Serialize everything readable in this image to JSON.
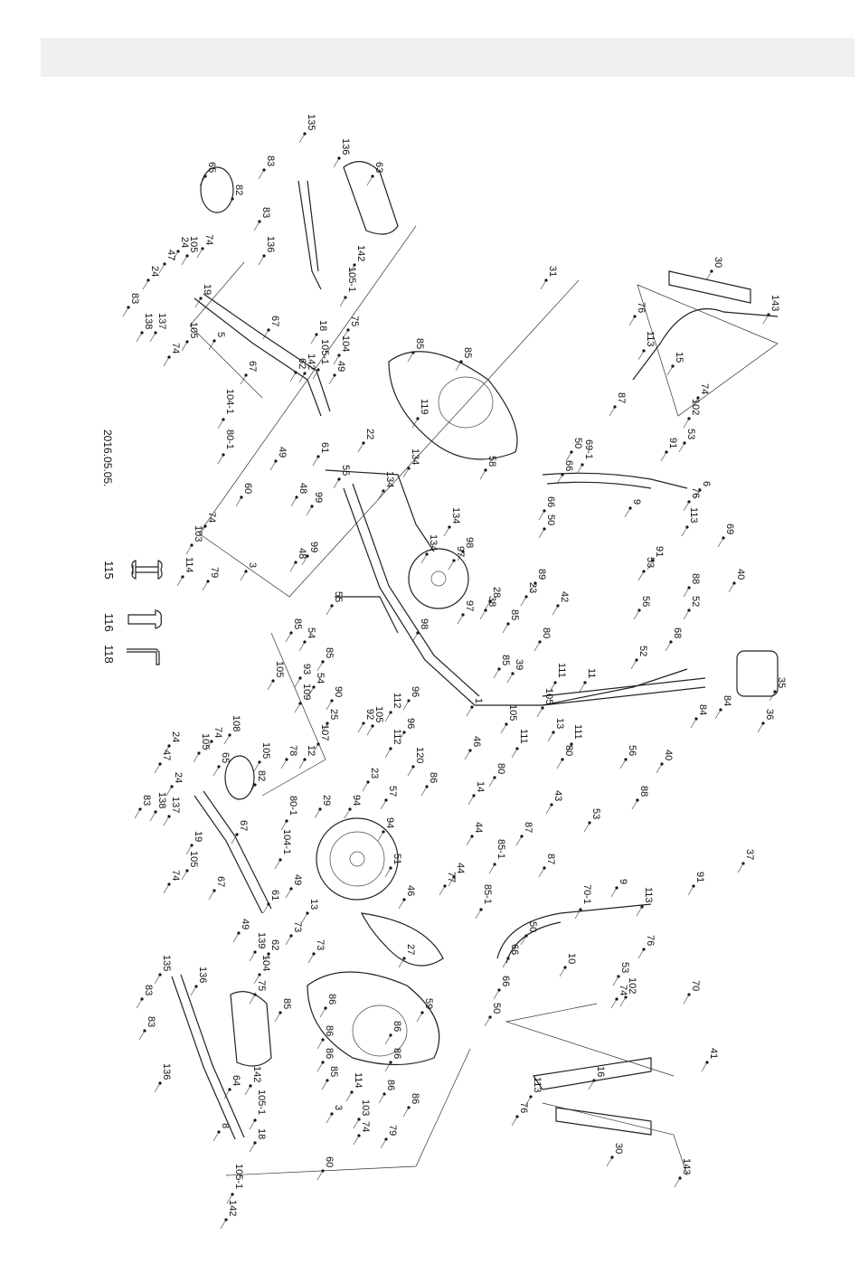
{
  "diagram": {
    "date": "2016.05.05.",
    "tools": [
      {
        "label": "115",
        "icon": "double-open-wrench-icon"
      },
      {
        "label": "116",
        "icon": "open-wrench-icon"
      },
      {
        "label": "118",
        "icon": "allen-key-icon"
      }
    ],
    "part_labels": [
      "135",
      "136",
      "83",
      "63",
      "65",
      "82",
      "83",
      "136",
      "142",
      "74",
      "105",
      "24",
      "47",
      "24",
      "19",
      "83",
      "105-1",
      "138",
      "137",
      "74",
      "105",
      "5",
      "67",
      "18",
      "75",
      "104",
      "105-1",
      "142",
      "62",
      "49",
      "67",
      "104-1",
      "80-1",
      "61",
      "49",
      "85",
      "85",
      "119",
      "58",
      "22",
      "134",
      "134",
      "55",
      "99",
      "48",
      "31",
      "30",
      "143",
      "76",
      "113",
      "15",
      "74",
      "102",
      "53",
      "87",
      "50",
      "69-1",
      "66",
      "9",
      "91",
      "66",
      "50",
      "76",
      "6",
      "113",
      "69",
      "91",
      "53",
      "40",
      "88",
      "60",
      "74",
      "103",
      "114",
      "79",
      "3",
      "99",
      "48",
      "134",
      "98",
      "97",
      "134",
      "89",
      "23",
      "28",
      "85",
      "38",
      "97",
      "98",
      "55",
      "54",
      "85",
      "54",
      "85",
      "42",
      "56",
      "52",
      "68",
      "52",
      "80",
      "11",
      "111",
      "105",
      "85",
      "39",
      "35",
      "36",
      "84",
      "84",
      "105",
      "93",
      "109",
      "90",
      "25",
      "107",
      "108",
      "105",
      "78",
      "12",
      "96",
      "92",
      "105",
      "112",
      "96",
      "112",
      "120",
      "86",
      "1",
      "13",
      "111",
      "80",
      "111",
      "105",
      "80",
      "46",
      "14",
      "56",
      "40",
      "88",
      "43",
      "87",
      "44",
      "85-1",
      "44",
      "85-1",
      "77",
      "46",
      "53",
      "37",
      "23",
      "57",
      "94",
      "94",
      "29",
      "51",
      "24",
      "105",
      "74",
      "47",
      "24",
      "83",
      "138",
      "137",
      "19",
      "105",
      "74",
      "65",
      "82",
      "80-1",
      "104-1",
      "67",
      "61",
      "49",
      "67",
      "13",
      "73",
      "73",
      "27",
      "139",
      "49",
      "62",
      "104",
      "75",
      "87",
      "91",
      "9",
      "113",
      "70-1",
      "50",
      "66",
      "76",
      "10",
      "53",
      "102",
      "74",
      "70",
      "66",
      "50",
      "135",
      "136",
      "83",
      "83",
      "136",
      "64",
      "59",
      "85",
      "86",
      "86",
      "86",
      "85",
      "86",
      "86",
      "114",
      "86",
      "86",
      "3",
      "103",
      "74",
      "79",
      "60",
      "142",
      "105-1",
      "18",
      "8",
      "105-1",
      "142",
      "16",
      "113",
      "76",
      "30",
      "143",
      "41"
    ]
  }
}
